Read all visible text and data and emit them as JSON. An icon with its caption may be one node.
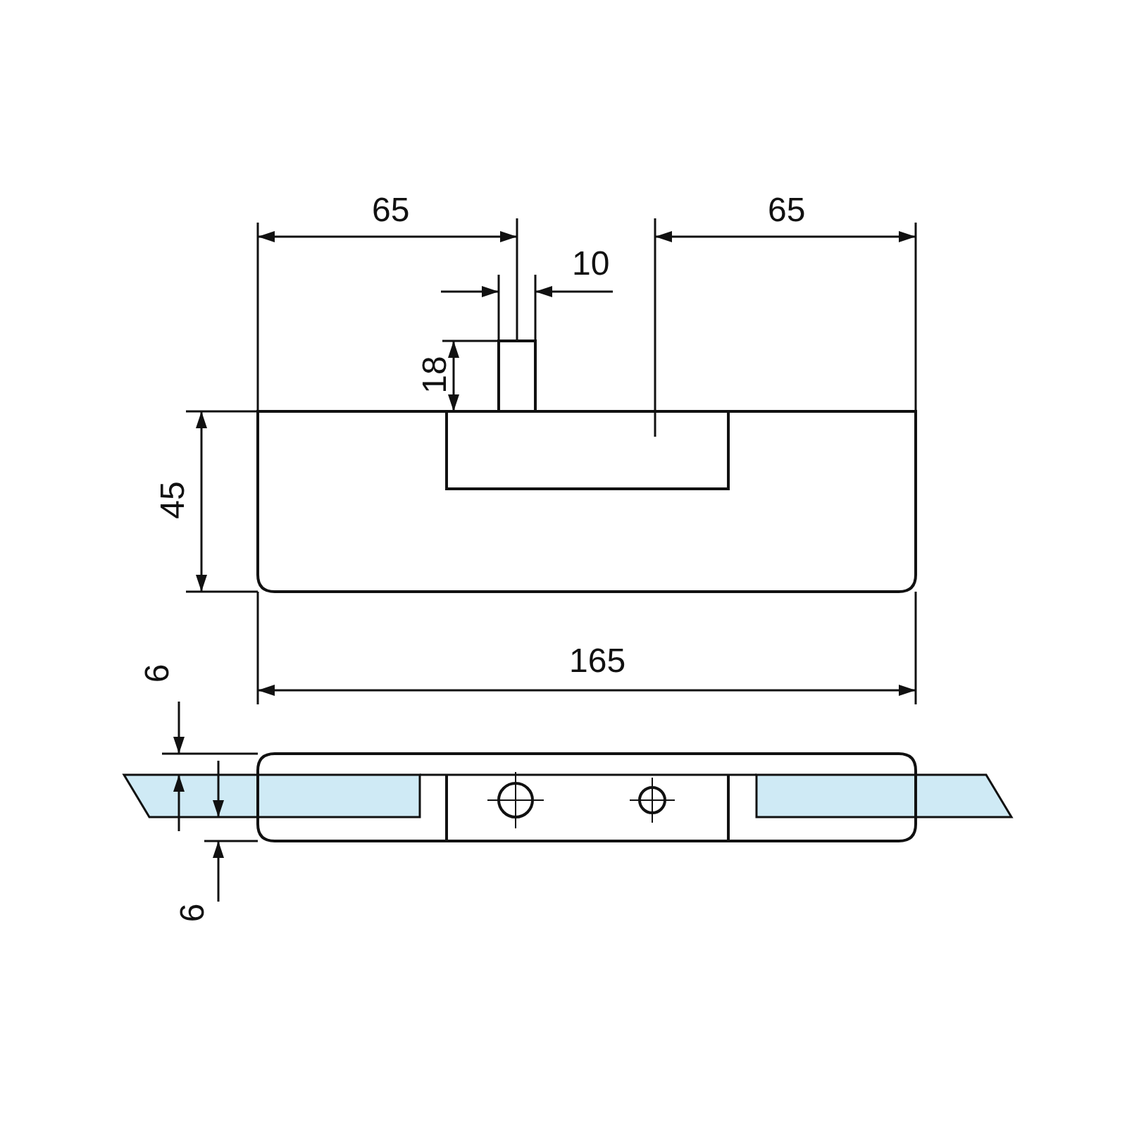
{
  "diagram": {
    "labels": [
      "65",
      "65",
      "10",
      "18",
      "45",
      "165",
      "6",
      "6"
    ]
  }
}
